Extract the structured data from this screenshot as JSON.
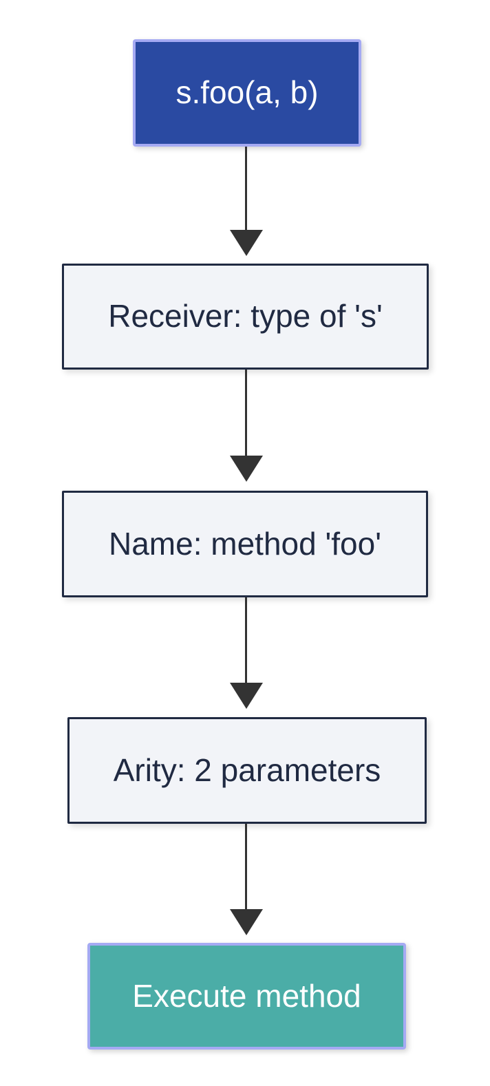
{
  "diagram": {
    "type": "flowchart",
    "direction": "top-down",
    "background": "#ffffff",
    "arrow_color": "#333333",
    "nodes": [
      {
        "id": "call",
        "label": "s.foo(a, b)",
        "kind": "start",
        "fill": "#2a4aa2",
        "border_color": "#a5aaf3",
        "text_color": "#ffffff"
      },
      {
        "id": "receiver",
        "label": "Receiver: type of 's'",
        "kind": "step",
        "fill": "#f2f4f8",
        "border_color": "#202a42",
        "text_color": "#202a42"
      },
      {
        "id": "name",
        "label": "Name: method 'foo'",
        "kind": "step",
        "fill": "#f2f4f8",
        "border_color": "#202a42",
        "text_color": "#202a42"
      },
      {
        "id": "arity",
        "label": "Arity: 2 parameters",
        "kind": "step",
        "fill": "#f2f4f8",
        "border_color": "#202a42",
        "text_color": "#202a42"
      },
      {
        "id": "execute",
        "label": "Execute method",
        "kind": "end",
        "fill": "#4bada7",
        "border_color": "#a5aaf3",
        "text_color": "#ffffff"
      }
    ],
    "edges": [
      {
        "from": "call",
        "to": "receiver"
      },
      {
        "from": "receiver",
        "to": "name"
      },
      {
        "from": "name",
        "to": "arity"
      },
      {
        "from": "arity",
        "to": "execute"
      }
    ]
  }
}
